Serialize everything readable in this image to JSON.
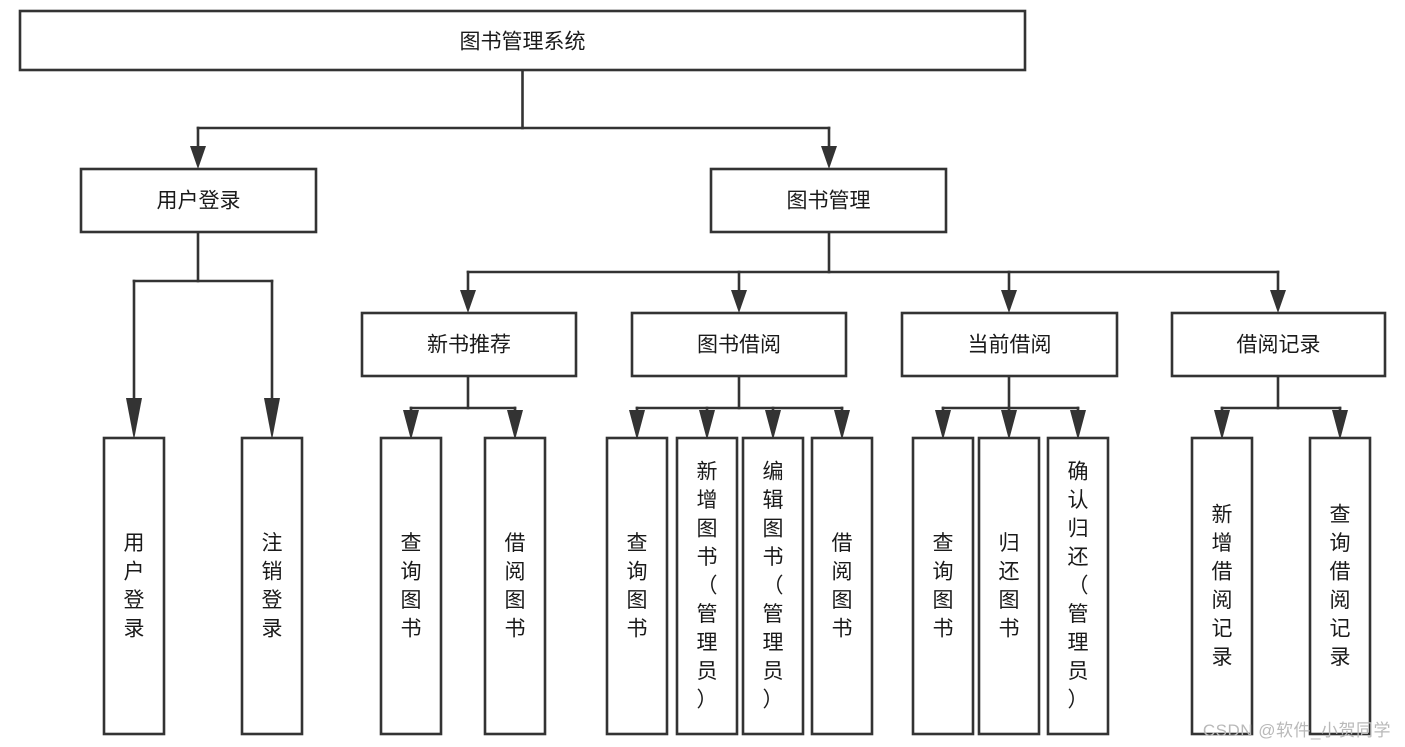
{
  "diagram": {
    "type": "tree-hierarchy",
    "title": "图书管理系统",
    "watermark": "CSDN @软件_小贺同学",
    "colors": {
      "box_stroke": "#333333",
      "box_fill": "#ffffff",
      "text": "#1a1a1a",
      "watermark": "#b9b9b9",
      "background": "#ffffff"
    },
    "levels": {
      "level0": "系统",
      "level1": "模块",
      "level2": "子模块",
      "level3": "功能"
    },
    "nodes": {
      "root": {
        "id": "root",
        "label": "图书管理系统",
        "level": 0
      },
      "level1": [
        {
          "id": "user-login",
          "label": "用户登录",
          "level": 1
        },
        {
          "id": "book-management",
          "label": "图书管理",
          "level": 1
        }
      ],
      "level2": [
        {
          "id": "new-book-recommend",
          "label": "新书推荐",
          "level": 2,
          "parent": "book-management"
        },
        {
          "id": "book-borrow",
          "label": "图书借阅",
          "level": 2,
          "parent": "book-management"
        },
        {
          "id": "current-borrow",
          "label": "当前借阅",
          "level": 2,
          "parent": "book-management"
        },
        {
          "id": "borrow-record",
          "label": "借阅记录",
          "level": 2,
          "parent": "book-management"
        }
      ],
      "leaves": [
        {
          "id": "leaf-user-login",
          "label": "用户登录",
          "parent": "user-login"
        },
        {
          "id": "leaf-user-logout",
          "label": "注销登录",
          "parent": "user-login"
        },
        {
          "id": "leaf-query-book-recommend",
          "label": "查询图书",
          "parent": "new-book-recommend"
        },
        {
          "id": "leaf-borrow-book-recommend",
          "label": "借阅图书",
          "parent": "new-book-recommend"
        },
        {
          "id": "leaf-query-book-borrow",
          "label": "查询图书",
          "parent": "book-borrow"
        },
        {
          "id": "leaf-add-book-admin",
          "label": "新增图书（管理员）",
          "parent": "book-borrow"
        },
        {
          "id": "leaf-edit-book-admin",
          "label": "编辑图书（管理员）",
          "parent": "book-borrow"
        },
        {
          "id": "leaf-borrow-book",
          "label": "借阅图书",
          "parent": "book-borrow"
        },
        {
          "id": "leaf-query-book-current",
          "label": "查询图书",
          "parent": "current-borrow"
        },
        {
          "id": "leaf-return-book",
          "label": "归还图书",
          "parent": "current-borrow"
        },
        {
          "id": "leaf-confirm-return-admin",
          "label": "确认归还（管理员）",
          "parent": "current-borrow"
        },
        {
          "id": "leaf-add-borrow-record",
          "label": "新增借阅记录",
          "parent": "borrow-record"
        },
        {
          "id": "leaf-query-borrow-record",
          "label": "查询借阅记录",
          "parent": "borrow-record"
        }
      ]
    }
  }
}
